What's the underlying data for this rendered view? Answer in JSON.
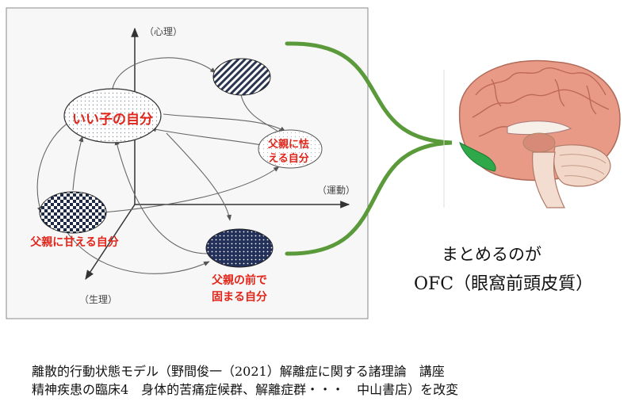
{
  "diagram": {
    "axes": {
      "psychology": "（心理）",
      "movement": "（運動）",
      "physiology": "（生理）"
    },
    "states": {
      "good_child": "いい子の自分",
      "afraid_of_father": [
        "父親に怯",
        "える自分"
      ],
      "spoiled_by_father": "父親に甘える自分",
      "frozen_before_father": [
        "父親の前で",
        "固まる自分"
      ]
    }
  },
  "summary": {
    "line1": "まとめるのが",
    "line2": "OFC（眼窩前頭皮質）"
  },
  "caption": {
    "line1": "離散的行動状態モデル（野間俊一（2021）解離症に関する諸理論　講座",
    "line2": "精神疾患の臨床4　身体的苦痛症候群、解離症群・・・　中山書店）を改変"
  },
  "colors": {
    "label_red": "#e0261b",
    "brace_green": "#5a9a3a",
    "ofc_green": "#2fa84a"
  }
}
